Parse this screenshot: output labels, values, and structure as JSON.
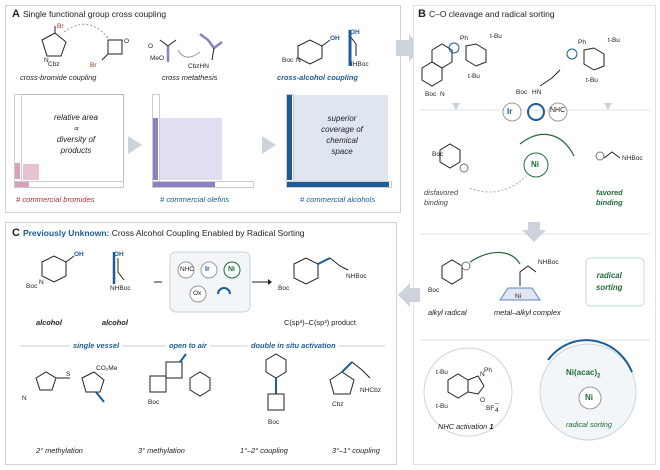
{
  "panel_a": {
    "letter": "A",
    "title": "Single functional group cross coupling",
    "examples": [
      "cross-bromide coupling",
      "cross metathesis",
      "cross-alcohol coupling"
    ],
    "box1_text": [
      "relative area",
      "∝",
      "diversity of",
      "products"
    ],
    "box3_text": [
      "superior",
      "coverage of",
      "chemical",
      "space"
    ],
    "footers": [
      "# commercial bromides",
      "# commercial olefins",
      "# commercial alcohols"
    ]
  },
  "panel_b": {
    "letter": "B",
    "title": "C–O cleavage and radical sorting",
    "catalysts": [
      "Ir",
      "NHC"
    ],
    "ni": "Ni",
    "disfavored": [
      "disfavored",
      "binding"
    ],
    "favored": [
      "favored",
      "binding"
    ],
    "alkyl_radical": "alkyl radical",
    "metal_alkyl": "metal–alkyl complex",
    "radical_sorting_box": [
      "radical",
      "sorting"
    ],
    "nhc_activation": "NHC activation",
    "nhc_number": "1",
    "ni_acac": "Ni(acac)",
    "ni_acac_sub": "2",
    "radical_sorting_label": "radical sorting",
    "bf4": "BF",
    "bf4_sub": "4",
    "bf4_sup": "–"
  },
  "panel_c": {
    "letter": "C",
    "title_bold": "Previously Unknown:",
    "title_rest": " Cross Alcohol Coupling Enabled by Radical Sorting",
    "alcohol1": "alcohol",
    "alcohol2": "alcohol",
    "reagents": [
      "NHC",
      "Ir",
      "Ni",
      "Ox"
    ],
    "product": "C(sp³)–C(sp³) product",
    "features": [
      "single vessel",
      "open to air",
      "double in situ activation"
    ],
    "examples": [
      "2° methylation",
      "3° methylation",
      "1°–2° coupling",
      "3°–1° coupling"
    ]
  },
  "atoms": {
    "br": "Br",
    "cbz": "Cbz",
    "boc": "Boc",
    "n": "N",
    "o": "O",
    "oh": "OH",
    "meo": "MeO",
    "nhboc": "NHBoc",
    "nhcbz": "NHCbz",
    "cbzhn": "CbzHN",
    "ph": "Ph",
    "tbu": "t-Bu",
    "co2me": "CO₂Me",
    "s": "S",
    "me": "Me",
    "nh": "N"
  },
  "colors": {
    "blue": "#1d5c96",
    "red": "#b0333a",
    "green": "#1f6b3a",
    "pink": "#d9a0b8",
    "purple": "#8c7fc2",
    "light_blue_box": "#dfe6f2",
    "border": "#c9d3dc"
  }
}
